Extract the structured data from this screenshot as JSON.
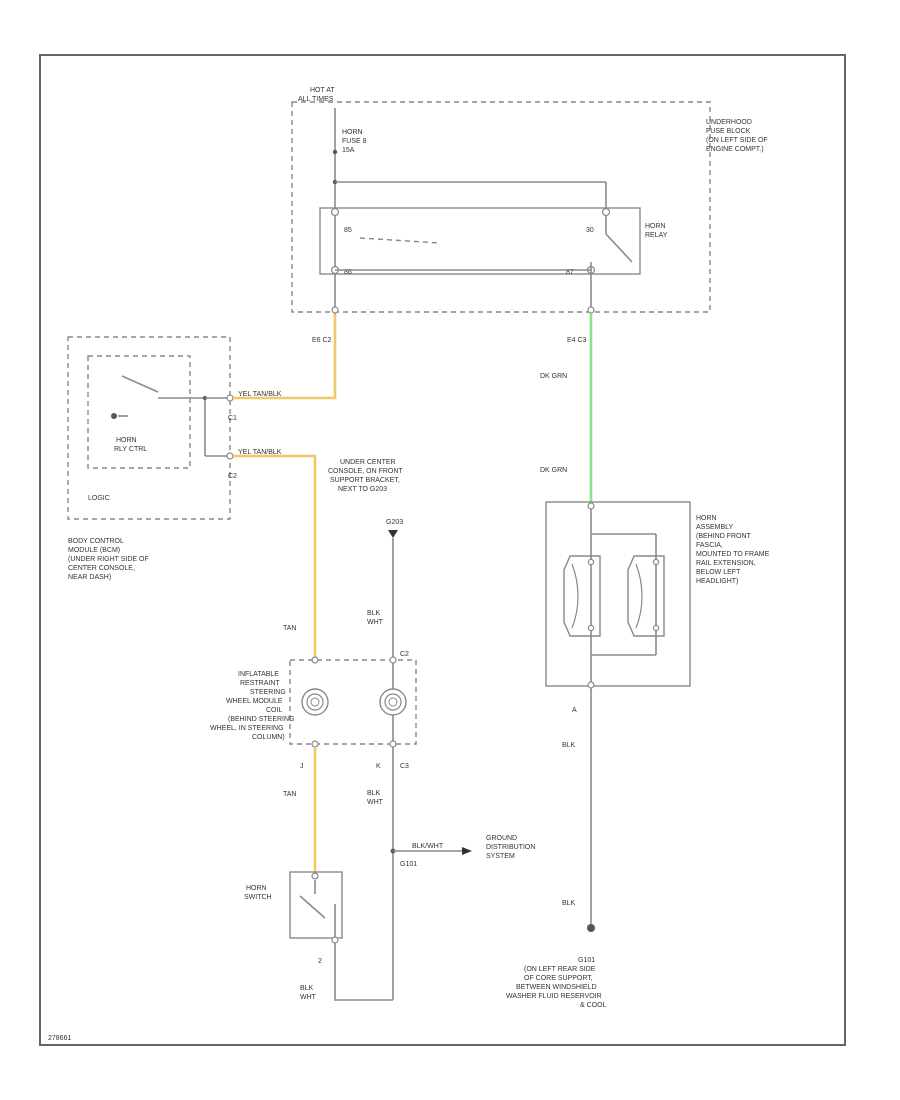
{
  "hot_at": [
    "HOT AT",
    "ALL TIMES"
  ],
  "fuse_label": [
    "HORN",
    "FUSE 8",
    "15A"
  ],
  "underhood_fuse_block": [
    "UNDERHOOD",
    "FUSE BLOCK",
    "(ON LEFT SIDE OF",
    "ENGINE COMPT.)"
  ],
  "horn_relay": [
    "HORN",
    "RELAY"
  ],
  "relay_pins": [
    "85",
    "30",
    "86",
    "87"
  ],
  "connectors": {
    "e6_c2": "E6 C2",
    "e4_c3": "E4 C3",
    "c1": "C1",
    "c2": "C2",
    "c3": "C3",
    "a": "A",
    "j": "J",
    "k": "K",
    "two": "2",
    "g203": "G203",
    "g101": "G101"
  },
  "bcm_inner": [
    "HORN",
    "RLY CTRL"
  ],
  "bcm_logic": "LOGIC",
  "bcm_location": [
    "BODY CONTROL",
    "MODULE (BCM)",
    "(UNDER RIGHT SIDE OF",
    "CENTER CONSOLE,",
    "NEAR DASH)"
  ],
  "wire_colors": {
    "yel_tan_1": "YEL TAN/BLK",
    "yel_tan_2": "YEL TAN/BLK",
    "tan_1": "TAN",
    "tan_2": "TAN",
    "dk_grn_1": "DK GRN",
    "dk_grn_2": "DK GRN",
    "blk_1": "BLK",
    "blk_2": "BLK",
    "blk_wht_1": [
      "BLK",
      "WHT"
    ],
    "blk_wht_2": [
      "BLK",
      "WHT"
    ],
    "blk_wht_3": [
      "BLK",
      "WHT"
    ],
    "blk_wht_gnd": "BLK/WHT"
  },
  "g203_location": [
    "UNDER CENTER",
    "CONSOLE, ON FRONT",
    "SUPPORT BRACKET,",
    "NEXT TO G203"
  ],
  "irsw_coil": [
    "INFLATABLE",
    "RESTRAINT",
    "STEERING",
    "WHEEL MODULE",
    "COIL",
    "(BEHIND STEERING",
    "WHEEL, IN STEERING",
    "COLUMN)"
  ],
  "horn_switch": [
    "HORN",
    "SWITCH"
  ],
  "ground_distribution": [
    "GROUND",
    "DISTRIBUTION",
    "SYSTEM"
  ],
  "horn_assembly": [
    "HORN",
    "ASSEMBLY",
    "(BEHIND FRONT",
    "FASCIA,",
    "MOUNTED TO FRAME",
    "RAIL EXTENSION,",
    "BELOW LEFT",
    "HEADLIGHT)"
  ],
  "g101_location": [
    "G101",
    "(ON LEFT REAR SIDE",
    "OF CORE SUPPORT,",
    "BETWEEN WINDSHIELD",
    "WASHER FLUID RESERVOIR",
    "& COOL"
  ],
  "figure_id": "278661"
}
